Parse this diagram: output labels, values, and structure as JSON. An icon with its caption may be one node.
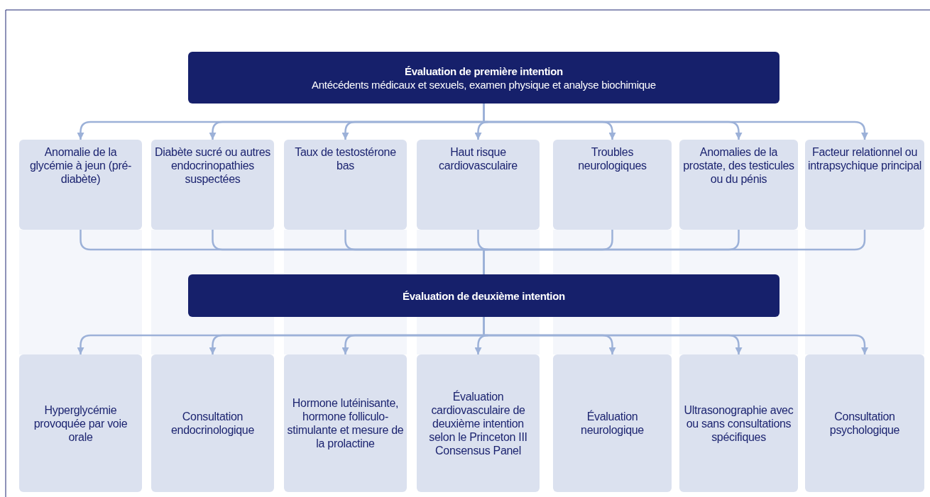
{
  "diagram": {
    "nodes": [
      {
        "text": [
          "Évaluation de première intention",
          "Antécédents médicaux et sexuels, examen physique et analyse biochimique"
        ]
      },
      {
        "text": [
          "Anomalie de la glycémie à jeun (pré-diabète)"
        ]
      },
      {
        "text": [
          "Diabète sucré ou autres endocrinopathies suspectées"
        ]
      },
      {
        "text": [
          "Taux de testostérone bas"
        ]
      },
      {
        "text": [
          "Haut risque cardiovasculaire"
        ]
      },
      {
        "text": [
          "Troubles neurologiques"
        ]
      },
      {
        "text": [
          "Anomalies de la prostate, des testicules ou du pénis"
        ]
      },
      {
        "text": [
          "Facteur relationnel ou intrapsychique principal"
        ]
      },
      {
        "text": [
          "Évaluation de deuxième intention"
        ]
      },
      {
        "text": [
          "Hyperglycémie provoquée par voie orale"
        ]
      },
      {
        "text": [
          "Consultation endocrinologique"
        ]
      },
      {
        "text": [
          "Hormone lutéinisante, hormone folliculo-stimulante et mesure de la prolactine"
        ]
      },
      {
        "text": [
          "Évaluation cardiovasculaire de deuxième intention selon le Princeton III Consensus Panel"
        ]
      },
      {
        "text": [
          "Évaluation neurologique"
        ]
      },
      {
        "text": [
          "Ultrasonographie avec ou sans consultations spécifiques"
        ]
      },
      {
        "text": [
          "Consultation psychologique"
        ]
      }
    ],
    "edges": [
      {
        "from": 0,
        "to": 1,
        "arrow": "to"
      },
      {
        "from": 0,
        "to": 2,
        "arrow": "to"
      },
      {
        "from": 0,
        "to": 3,
        "arrow": "to"
      },
      {
        "from": 0,
        "to": 4,
        "arrow": "to"
      },
      {
        "from": 0,
        "to": 5,
        "arrow": "to"
      },
      {
        "from": 0,
        "to": 6,
        "arrow": "to"
      },
      {
        "from": 0,
        "to": 7,
        "arrow": "to"
      },
      {
        "from": 1,
        "to": 8,
        "arrow": "none"
      },
      {
        "from": 2,
        "to": 8,
        "arrow": "none"
      },
      {
        "from": 3,
        "to": 8,
        "arrow": "none"
      },
      {
        "from": 4,
        "to": 8,
        "arrow": "none"
      },
      {
        "from": 5,
        "to": 8,
        "arrow": "none"
      },
      {
        "from": 6,
        "to": 8,
        "arrow": "none"
      },
      {
        "from": 7,
        "to": 8,
        "arrow": "none"
      },
      {
        "from": 8,
        "to": 9,
        "arrow": "to"
      },
      {
        "from": 8,
        "to": 10,
        "arrow": "to"
      },
      {
        "from": 8,
        "to": 11,
        "arrow": "to"
      },
      {
        "from": 8,
        "to": 12,
        "arrow": "to"
      },
      {
        "from": 8,
        "to": 13,
        "arrow": "to"
      },
      {
        "from": 8,
        "to": 14,
        "arrow": "to"
      },
      {
        "from": 8,
        "to": 15,
        "arrow": "to"
      }
    ]
  }
}
